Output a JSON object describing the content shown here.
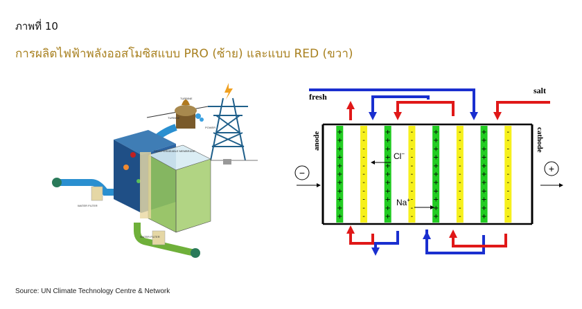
{
  "figure_label": "ภาพที่ 10",
  "title": "การผลิตไฟฟ้าพลังออสโมซิสแบบ PRO (ซ้าย) และแบบ RED (ขวา)",
  "source": "Source: UN Climate Technology Centre & Network",
  "pro_diagram": {
    "labels": {
      "turbine": "TURBINE",
      "power": "POWER",
      "membrane": "SEMI-PERMEABLE MEMBRANE",
      "water_filter_1": "WATER FILTER",
      "water_filter_2": "WATER FILTER"
    }
  },
  "red_diagram": {
    "labels": {
      "fresh": "fresh",
      "salt": "salt",
      "anode": "anode",
      "cathode": "cathode",
      "anode_sign": "−",
      "cathode_sign": "+",
      "chloride": "Cl",
      "chloride_charge": "−",
      "sodium": "Na",
      "sodium_charge": "+"
    },
    "membrane_sequence": [
      "green",
      "yellow",
      "green",
      "yellow",
      "green",
      "yellow",
      "green",
      "yellow"
    ],
    "green_symbol": "+",
    "yellow_symbol": "-",
    "colors": {
      "green": "#22cc22",
      "yellow": "#f6f01c",
      "fresh_flow": "#1a2fcf",
      "salt_flow": "#e01818"
    }
  }
}
